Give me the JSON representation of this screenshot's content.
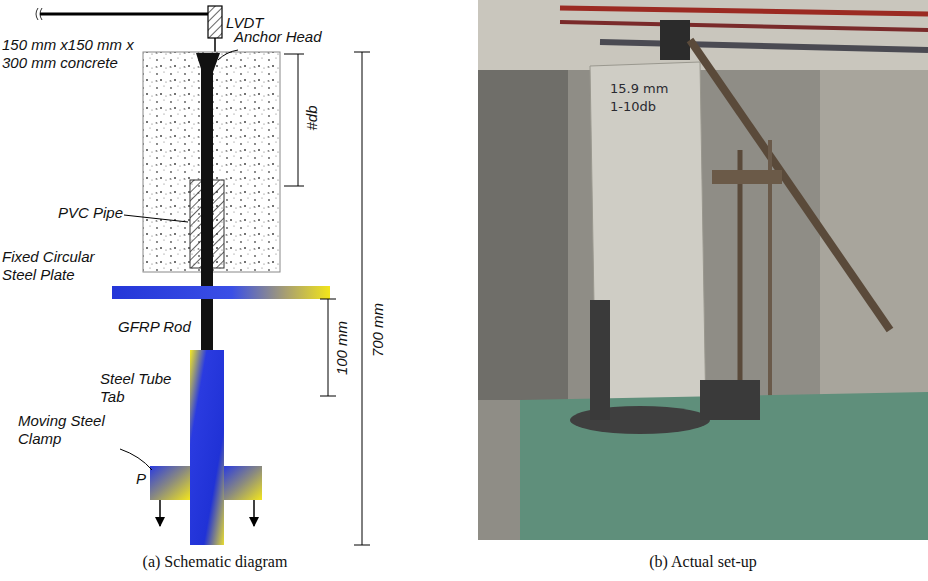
{
  "diagram": {
    "labels": [
      "LVDT",
      "Anchor Head",
      "150 mm x150 mm x 300 mm concrete",
      "#db",
      "PVC Pipe",
      "Fixed Circular Steel Plate",
      "GFRP Rod",
      "Steel Tube Tab",
      "700 mm",
      "100 mm",
      "Moving Steel Clamp",
      "P",
      "(a) Schematic diagram",
      "(b) Actual set-up",
      "15.9 mm",
      "1-10db"
    ]
  }
}
